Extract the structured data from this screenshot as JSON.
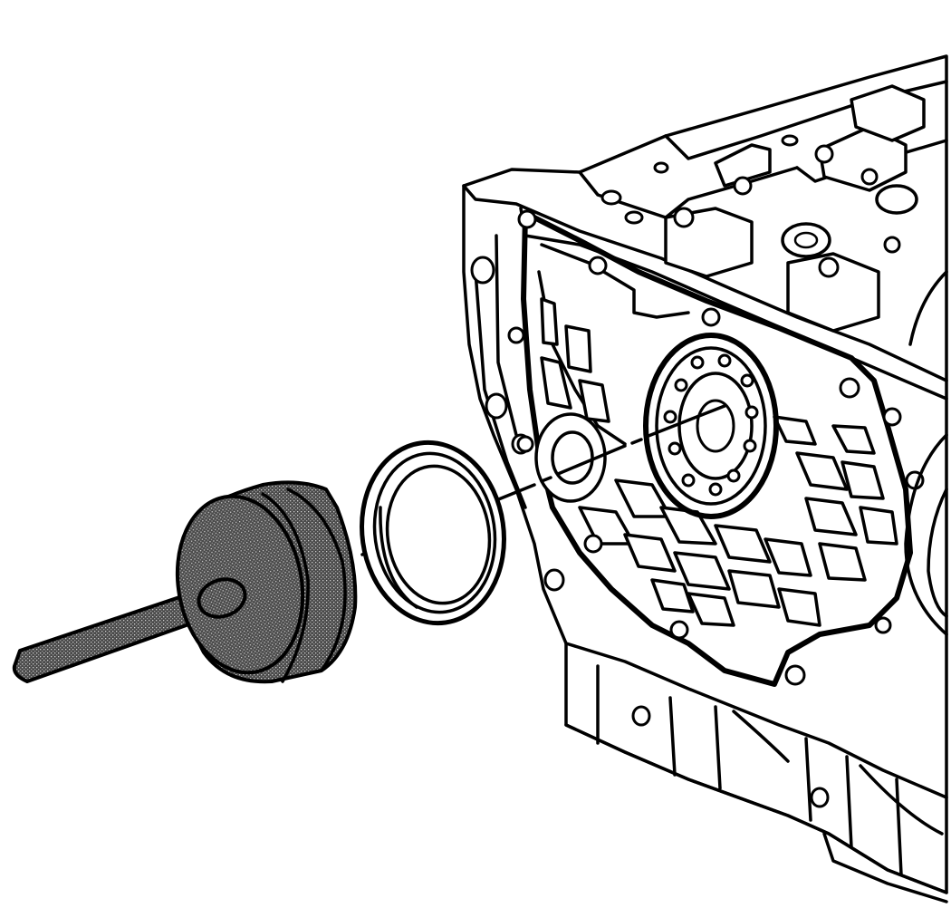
{
  "illustration": {
    "components": [
      "installer-tool",
      "crankshaft-rear-oil-seal",
      "engine-block"
    ],
    "style": "black line art on white",
    "colors": {
      "line": "#000000",
      "background": "#ffffff",
      "tool_shading": "#555555"
    }
  }
}
